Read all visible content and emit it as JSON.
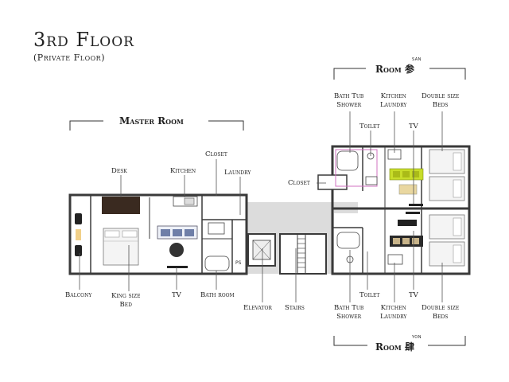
{
  "floor": {
    "title": "3rd Floor",
    "subtitle": "(Private Floor)"
  },
  "master_room": {
    "heading": "Master Room",
    "labels": {
      "desk": "Desk",
      "kitchen": "Kitchen",
      "closet": "Closet",
      "laundry": "Laundry",
      "balcony": "Balcony",
      "king_size_bed": "King size\nBed",
      "tv": "TV",
      "bath_room": "Bath room",
      "elevator": "Elevator",
      "stairs": "Stairs"
    }
  },
  "room_san": {
    "heading": "Room",
    "kanji": "参",
    "romaji": "SAN",
    "labels": {
      "bath_tub_shower": "Bath Tub\nShower",
      "kitchen_laundry": "Kitchen\nLaundry",
      "double_size_beds": "Double size\nBeds",
      "toilet": "Toilet",
      "tv": "TV",
      "closet": "Closet"
    }
  },
  "room_yon": {
    "heading": "Room",
    "kanji": "肆",
    "romaji": "YON",
    "labels": {
      "toilet": "Toilet",
      "tv": "TV",
      "bath_tub_shower": "Bath Tub\nShower",
      "kitchen_laundry": "Kitchen\nLaundry",
      "double_size_beds": "Double size\nBeds"
    }
  },
  "colors": {
    "wall": "#3a3a3a",
    "guide": "#777777",
    "corridor": "#dcdcdc",
    "accent_room_san": "#c8dd2a",
    "accent_pink": "#d070c0",
    "desk": "#3a2a20"
  }
}
